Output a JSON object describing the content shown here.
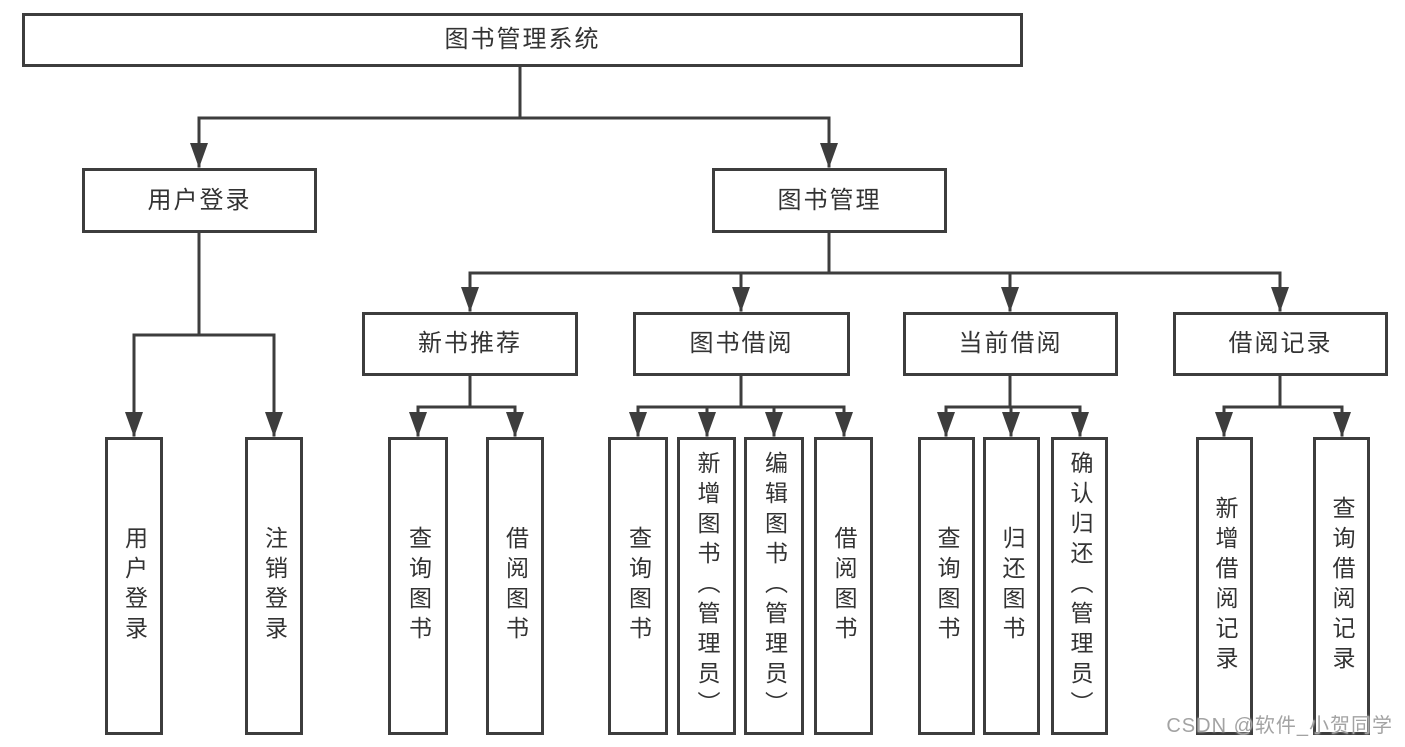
{
  "diagram": {
    "root": {
      "label": "图书管理系统"
    },
    "level2": [
      {
        "label": "用户登录",
        "children": [
          {
            "label": "用户登录"
          },
          {
            "label": "注销登录"
          }
        ]
      },
      {
        "label": "图书管理",
        "children": [
          {
            "label": "新书推荐",
            "children": [
              {
                "label": "查询图书"
              },
              {
                "label": "借阅图书"
              }
            ]
          },
          {
            "label": "图书借阅",
            "children": [
              {
                "label": "查询图书"
              },
              {
                "label": "新增图书（管理员）"
              },
              {
                "label": "编辑图书（管理员）"
              },
              {
                "label": "借阅图书"
              }
            ]
          },
          {
            "label": "当前借阅",
            "children": [
              {
                "label": "查询图书"
              },
              {
                "label": "归还图书"
              },
              {
                "label": "确认归还（管理员）"
              }
            ]
          },
          {
            "label": "借阅记录",
            "children": [
              {
                "label": "新增借阅记录"
              },
              {
                "label": "查询借阅记录"
              }
            ]
          }
        ]
      }
    ]
  },
  "watermark": {
    "text": "CSDN @软件_小贺同学"
  },
  "colors": {
    "line": "#3d3d3d",
    "text": "#333333",
    "watermark": "#a3a3a3",
    "background": "#ffffff"
  }
}
